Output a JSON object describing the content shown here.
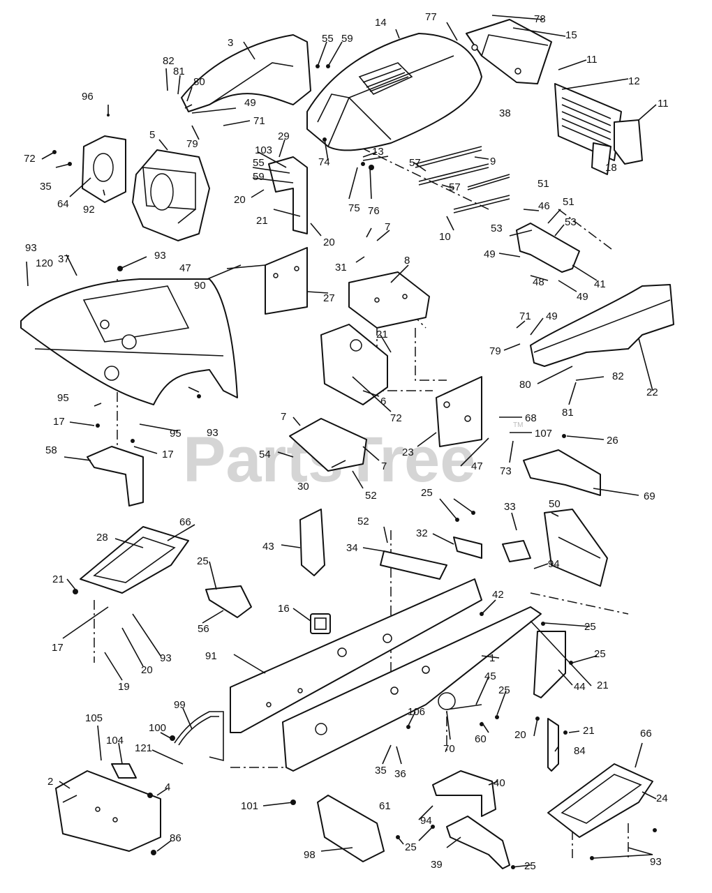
{
  "watermark": {
    "text": "PartsTree",
    "trademark": "TM"
  },
  "callouts": [
    "1",
    "2",
    "3",
    "4",
    "5",
    "6",
    "7",
    "8",
    "9",
    "10",
    "11",
    "12",
    "13",
    "14",
    "15",
    "16",
    "17",
    "18",
    "19",
    "20",
    "21",
    "22",
    "23",
    "24",
    "25",
    "26",
    "27",
    "28",
    "29",
    "30",
    "31",
    "32",
    "33",
    "34",
    "35",
    "36",
    "37",
    "38",
    "39",
    "40",
    "41",
    "42",
    "43",
    "44",
    "45",
    "46",
    "47",
    "48",
    "49",
    "50",
    "51",
    "52",
    "53",
    "54",
    "55",
    "56",
    "57",
    "58",
    "59",
    "60",
    "61",
    "64",
    "66",
    "68",
    "69",
    "70",
    "71",
    "72",
    "73",
    "74",
    "75",
    "76",
    "77",
    "78",
    "79",
    "80",
    "81",
    "82",
    "84",
    "86",
    "90",
    "91",
    "92",
    "93",
    "94",
    "95",
    "96",
    "98",
    "99",
    "100",
    "101",
    "103",
    "104",
    "105",
    "106",
    "107",
    "120",
    "121"
  ]
}
